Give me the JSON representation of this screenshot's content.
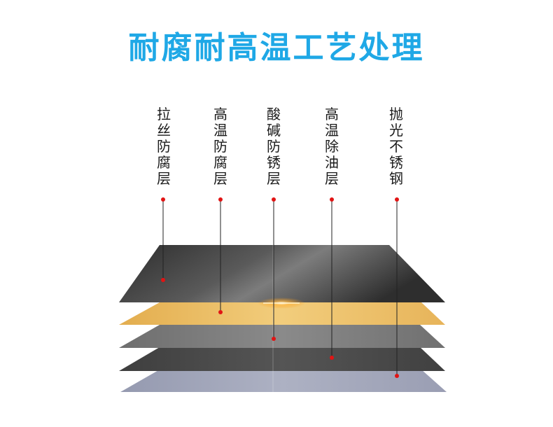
{
  "title": "耐腐耐高温工艺处理",
  "title_color": "#1fa8e6",
  "layers": [
    {
      "label": "拉丝防腐层",
      "color": "#3c3c3c"
    },
    {
      "label": "高温防腐层",
      "color": "#e8b85c"
    },
    {
      "label": "酸碱防锈层",
      "color": "#7a7a7a"
    },
    {
      "label": "高温除油层",
      "color": "#4a4a4a"
    },
    {
      "label": "抛光不锈钢",
      "color": "#9ea2b4"
    }
  ],
  "marker_color": "#e11414"
}
